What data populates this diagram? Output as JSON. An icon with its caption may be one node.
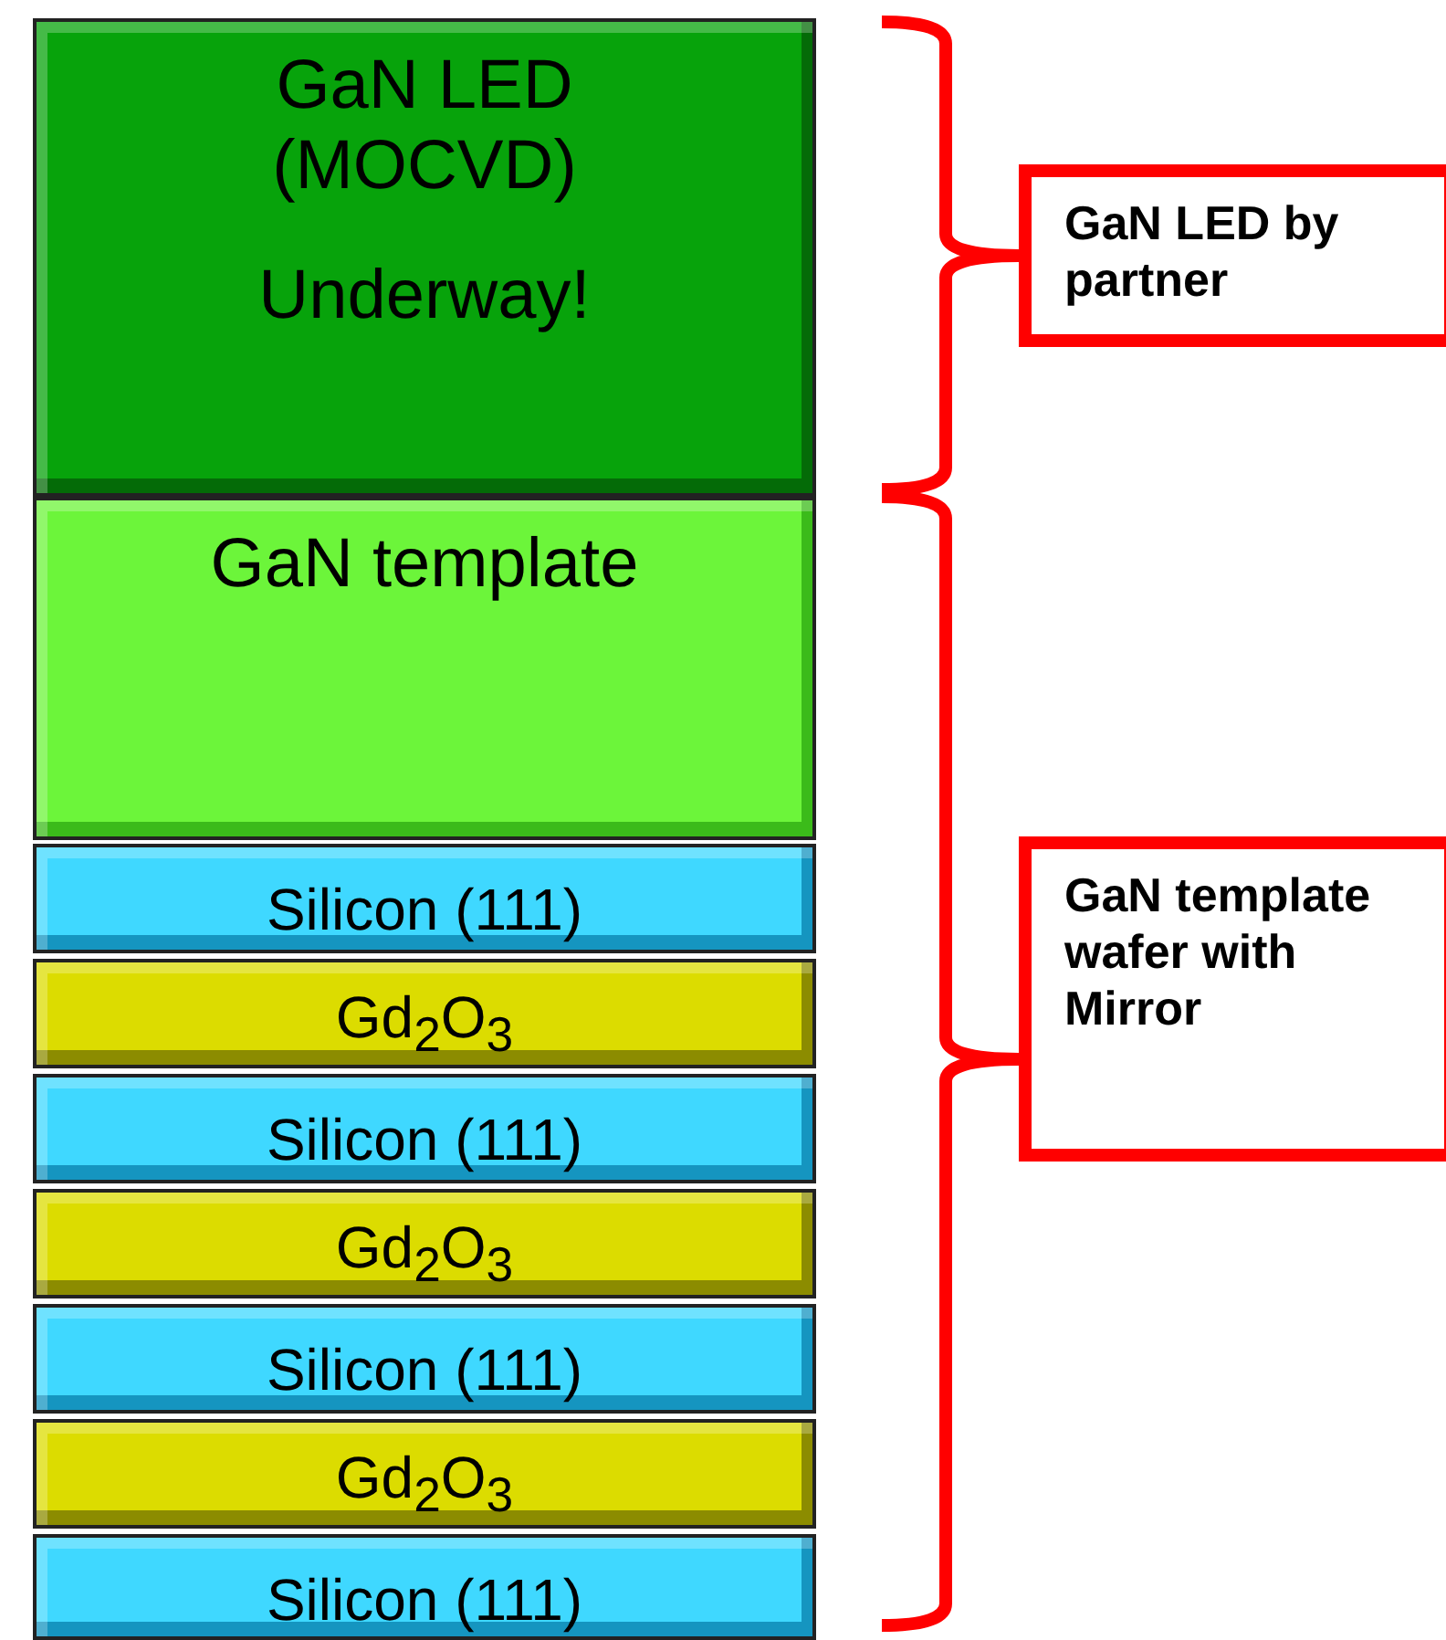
{
  "diagram": {
    "nodes": [
      {
        "text": [
          "GaN LED (MOCVD)",
          "Underway!"
        ]
      },
      {
        "text": [
          "GaN template"
        ]
      },
      {
        "text": [
          "Silicon (111)"
        ]
      },
      {
        "text": [
          "Gd$_{2}$O$_{3}$"
        ]
      },
      {
        "text": [
          "Silicon (111)"
        ]
      },
      {
        "text": [
          "Gd$_{2}$O$_{3}$"
        ]
      },
      {
        "text": [
          "Silicon (111)"
        ]
      },
      {
        "text": [
          "Gd$_{2}$O$_{3}$"
        ]
      },
      {
        "text": [
          "Silicon (111)"
        ]
      },
      {
        "text": [
          "GaN LED by partner"
        ]
      },
      {
        "text": [
          "GaN template wafer with Mirror"
        ]
      }
    ]
  }
}
